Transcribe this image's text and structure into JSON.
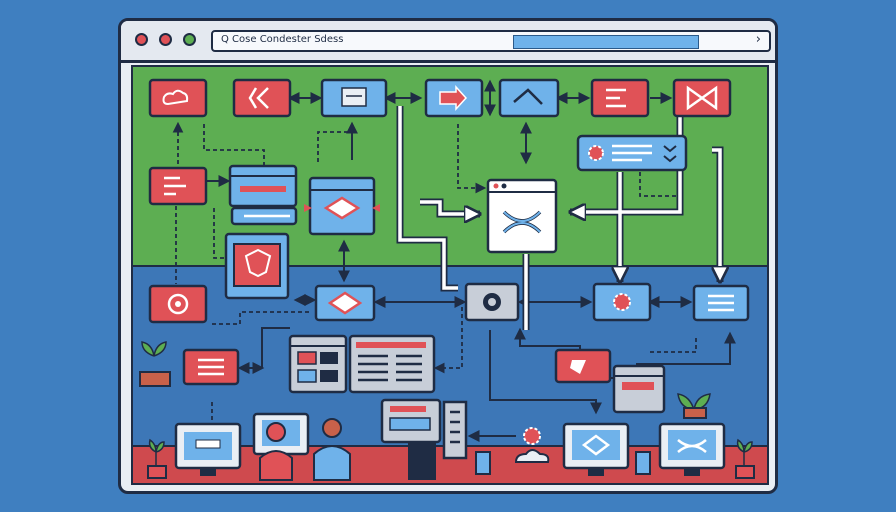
{
  "browser": {
    "address_text": "Q Cose Condester Sdess",
    "buttons": [
      "close",
      "minimize",
      "maximize"
    ]
  },
  "colors": {
    "red": "#e05257",
    "blue": "#6fb2ea",
    "green": "#5dae52",
    "dark": "#1f2c44",
    "background": "#3f7fc0"
  },
  "icons": [
    "cloud-icon",
    "chevron-icon",
    "printer-icon",
    "arrow-right-icon",
    "check-icon",
    "list-icon",
    "bowtie-icon",
    "gear-icon",
    "cross-icon",
    "diamond-icon",
    "plant-icon",
    "monitor-icon",
    "person-icon"
  ]
}
